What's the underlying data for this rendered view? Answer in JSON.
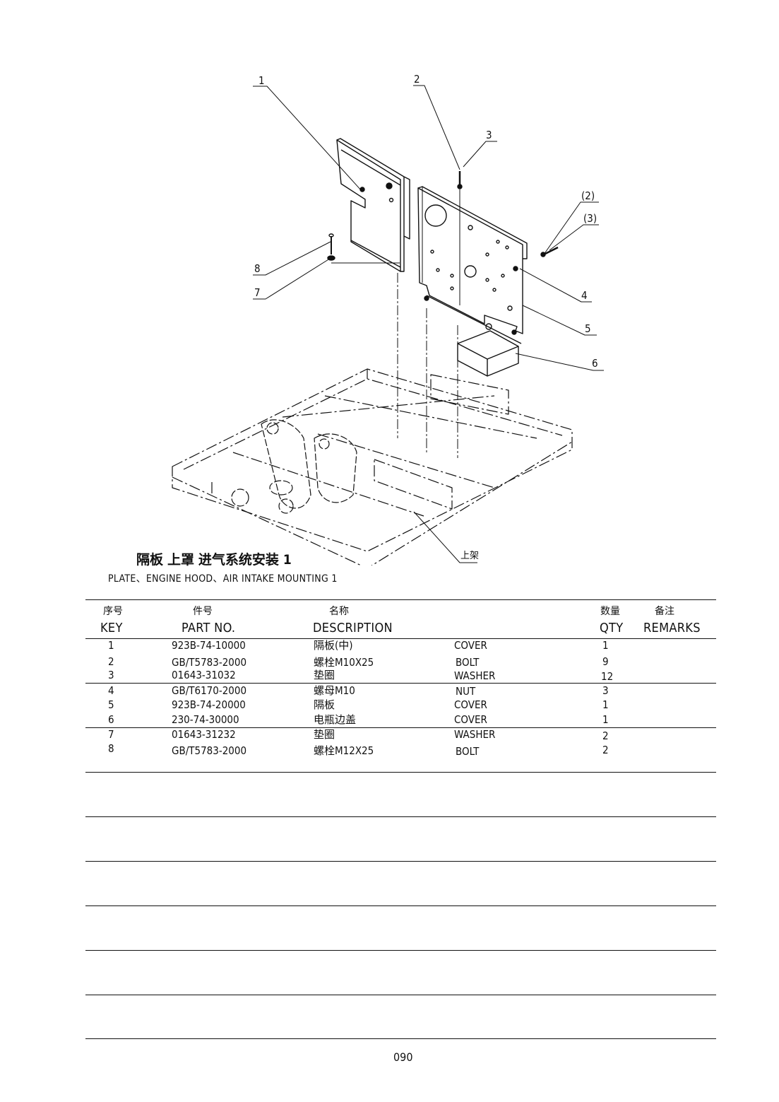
{
  "callouts": {
    "c1": "1",
    "c2": "2",
    "c3": "3",
    "c2b": "(2)",
    "c3b": "(3)",
    "c4": "4",
    "c5": "5",
    "c6": "6",
    "c7": "7",
    "c8": "8",
    "frame": "上架"
  },
  "title": {
    "cn": "隔板 上罩 进气系统安装 1",
    "en": "PLATE、ENGINE HOOD、AIR INTAKE MOUNTING 1"
  },
  "table": {
    "headers_cn": {
      "key": "序号",
      "part": "件号",
      "desc": "名称",
      "qty": "数量",
      "remarks": "备注"
    },
    "headers_en": {
      "key": "KEY",
      "part": "PART NO.",
      "desc": "DESCRIPTION",
      "qty": "QTY",
      "remarks": "REMARKS"
    },
    "rows": [
      {
        "key": "1",
        "part": "923B-74-10000",
        "desc_cn": "隔板(中)",
        "desc_en": "COVER",
        "qty": "1"
      },
      {
        "key": "2",
        "part": "GB/T5783-2000",
        "desc_cn": "螺栓M10X25",
        "desc_en": "BOLT",
        "qty": "9"
      },
      {
        "key": "3",
        "part": "01643-31032",
        "desc_cn": "垫圈",
        "desc_en": "WASHER",
        "qty": "12"
      },
      {
        "key": "4",
        "part": "GB/T6170-2000",
        "desc_cn": "螺母M10",
        "desc_en": "NUT",
        "qty": "3"
      },
      {
        "key": "5",
        "part": "923B-74-20000",
        "desc_cn": "隔板",
        "desc_en": "COVER",
        "qty": "1"
      },
      {
        "key": "6",
        "part": "230-74-30000",
        "desc_cn": "电瓶边盖",
        "desc_en": "COVER",
        "qty": "1"
      },
      {
        "key": "7",
        "part": "01643-31232",
        "desc_cn": "垫圈",
        "desc_en": "WASHER",
        "qty": "2"
      },
      {
        "key": "8",
        "part": "GB/T5783-2000",
        "desc_cn": "螺栓M12X25",
        "desc_en": "BOLT",
        "qty": "2"
      }
    ]
  },
  "page_number": "090"
}
